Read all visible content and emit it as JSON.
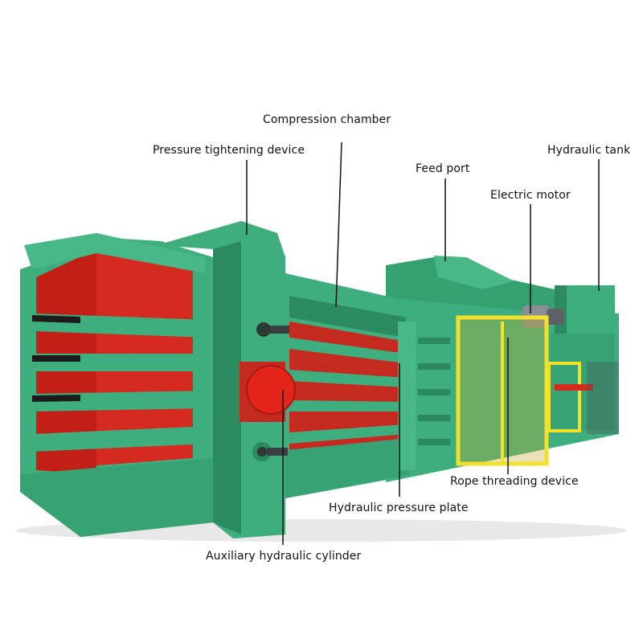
{
  "labels": {
    "compression_chamber": "Compression chamber",
    "pressure_tightening_device": "Pressure tightening device",
    "feed_port": "Feed port",
    "hydraulic_tank": "Hydraulic tank",
    "electric_motor": "Electric motor",
    "rope_threading_device": "Rope threading device",
    "hydraulic_pressure_plate": "Hydraulic pressure plate",
    "auxiliary_hydraulic_cylinder": "Auxiliary hydraulic cylinder"
  },
  "colors": {
    "machine_green": "#3fae7e",
    "machine_dark_green": "#2b8a60",
    "chamber_red": "#d42a1f",
    "guard_yellow": "#f2e12b",
    "cylinder_red": "#e3241b",
    "leader_line": "#111111"
  }
}
